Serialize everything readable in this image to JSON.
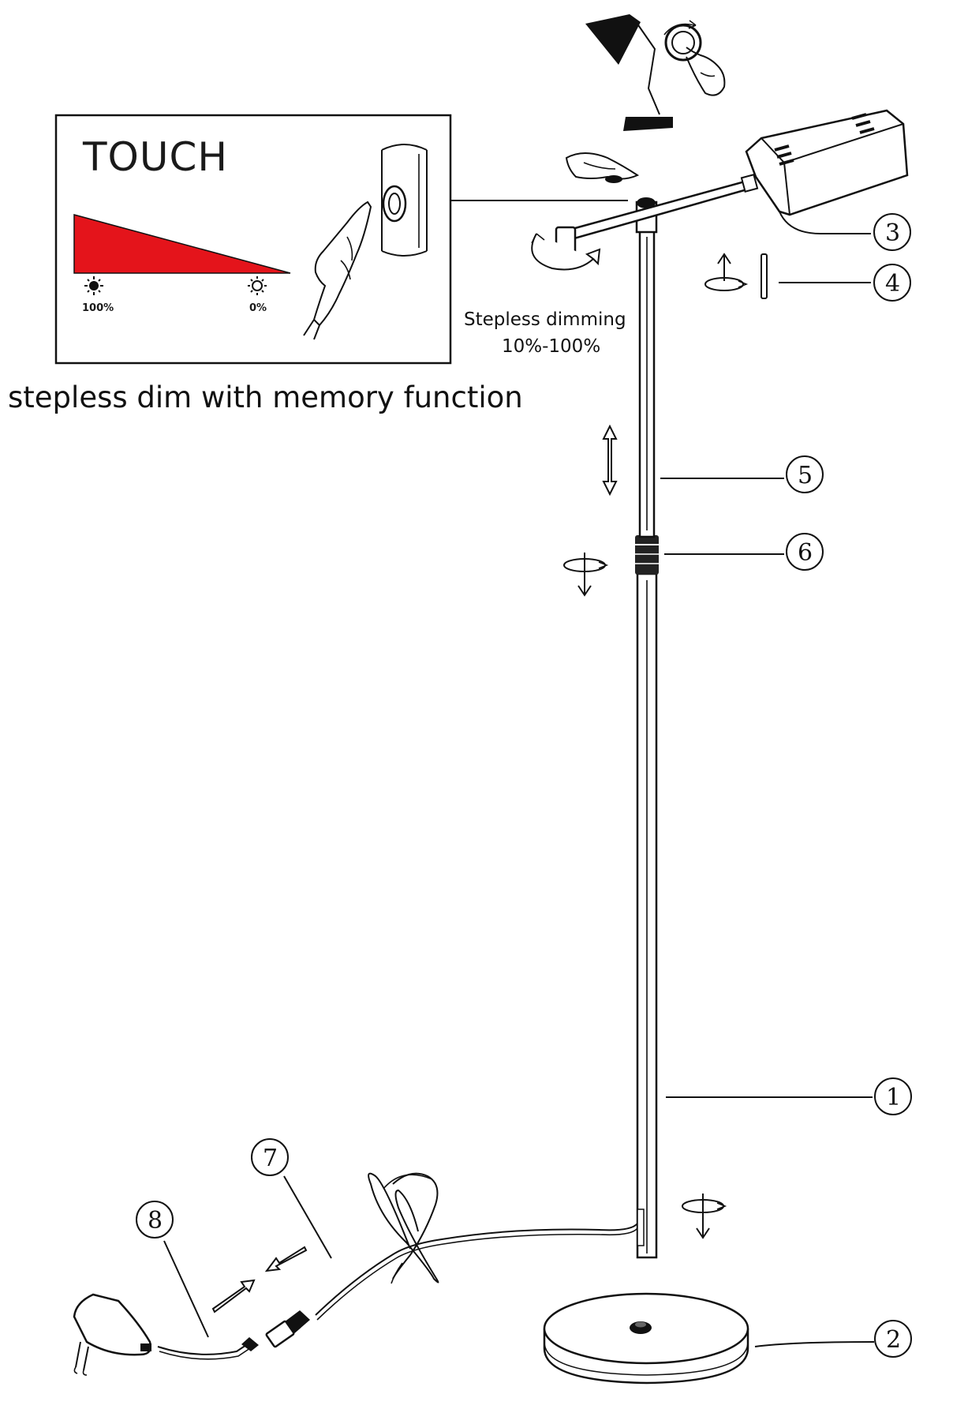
{
  "touch_panel": {
    "title": "TOUCH",
    "min_label": "100%",
    "max_label": "0%",
    "ramp_color": "#e4141b"
  },
  "caption": "stepless dim with memory function",
  "dimming": {
    "line1": "Stepless dimming",
    "line2": "10%-100%"
  },
  "callouts": [
    {
      "id": "1",
      "label": "1"
    },
    {
      "id": "2",
      "label": "2"
    },
    {
      "id": "3",
      "label": "3"
    },
    {
      "id": "4",
      "label": "4"
    },
    {
      "id": "5",
      "label": "5"
    },
    {
      "id": "6",
      "label": "6"
    },
    {
      "id": "7",
      "label": "7"
    },
    {
      "id": "8",
      "label": "8"
    }
  ],
  "icons": [
    "desk-lamp-icon",
    "touch-hand-icon",
    "rotate-arrow-icon",
    "sun-icon",
    "finger-touch-icon"
  ]
}
